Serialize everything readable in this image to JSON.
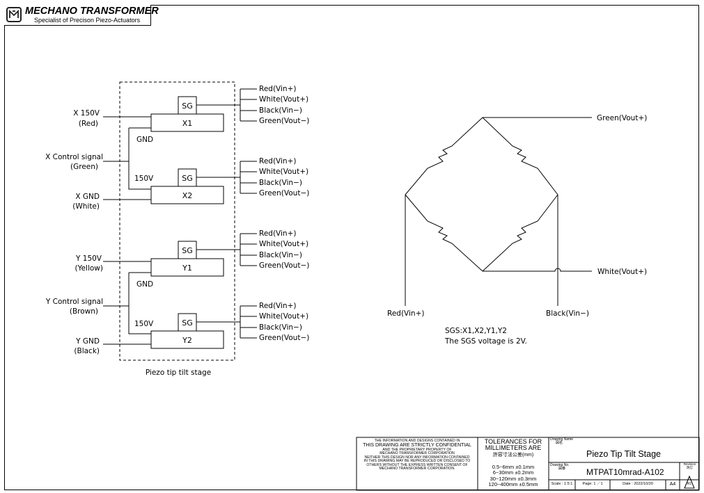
{
  "brand": {
    "name": "MECHANO TRANSFORMER",
    "tagline": "Specialist of Precison Piezo-Actuators"
  },
  "left_inputs": [
    {
      "line1": "X 150V",
      "line2": "(Red)"
    },
    {
      "line1": "X Control signal",
      "line2": "(Green)"
    },
    {
      "line1": "X GND",
      "line2": "(White)"
    },
    {
      "line1": "Y 150V",
      "line2": "(Yellow)"
    },
    {
      "line1": "Y Control signal",
      "line2": "(Brown)"
    },
    {
      "line1": "Y GND",
      "line2": "(Black)"
    }
  ],
  "actuators": [
    "X1",
    "X2",
    "Y1",
    "Y2"
  ],
  "sg_label": "SG",
  "inner_labels": {
    "gnd": "GND",
    "v150": "150V"
  },
  "sg_outputs": [
    "Red(Vin+)",
    "White(Vout+)",
    "Black(Vin−)",
    "Green(Vout−)"
  ],
  "stage_label": "Piezo tip tilt stage",
  "bridge": {
    "top_right": "Green(Vout+)",
    "right": "White(Vout+)",
    "bottom_left": "Red(Vin+)",
    "bottom_right": "Black(Vin−)"
  },
  "notes": [
    "SGS:X1,X2,Y1,Y2",
    "The SGS voltage is 2V."
  ],
  "title_block": {
    "confidential": [
      "THE INFORMATION AND DESIGNS CONTAINED IN",
      "THIS DRAWING ARE STRICTLY CONFIDENTIAL",
      "AND THE PROPRIETARY PROPERTY OF",
      "MECHANO TRANSFORMER CORPORATION",
      "NEITHER THIS DESIGN NOR ANY INFORMATION CONTAINED",
      "IN THIS DRAWING MAY BE REPRODUCED OR DISCLOSED TO",
      "OTHERS WITHOUT THE EXPRESS WRITTEN CONSENT OF",
      "MECHANO TRANSFORMER CORPORATION."
    ],
    "tolerance_title": [
      "TOLERANCES FOR",
      "MILLIMETERS ARE"
    ],
    "tolerance_jp": "許容寸法公差(mm)",
    "tolerances": [
      "0.5~6mm  ±0.1mm",
      "6~30mm  ±0.2mm",
      "30~120mm  ±0.3mm",
      "120~400mm  ±0.5mm"
    ],
    "drawing_name_label": "Drawing Name",
    "drawing_name_jp": "図名",
    "drawing_name": "Piezo Tip Tilt Stage",
    "drawing_no_label": "Drawing No.",
    "drawing_no_jp": "図番",
    "drawing_no": "MTPAT10mrad-A102",
    "revision_label": "Revision",
    "revision_jp": "改訂",
    "revision": "R1",
    "scale": "Scale : 1.5:1",
    "page": "Page: 1 ／1",
    "date": "Date : 2022/10/20",
    "size": "A4"
  }
}
